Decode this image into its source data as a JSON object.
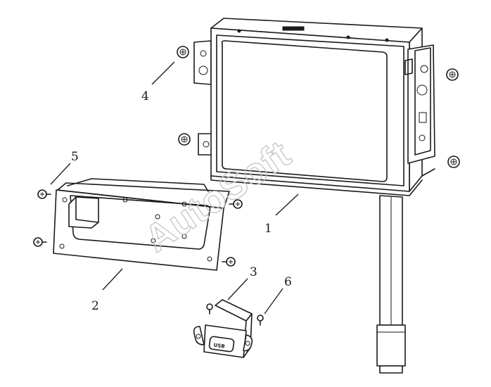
{
  "diagram": {
    "watermark": "AutoSoft",
    "callouts": [
      "1",
      "2",
      "3",
      "4",
      "5",
      "6"
    ],
    "usb_port_label": "USB"
  }
}
